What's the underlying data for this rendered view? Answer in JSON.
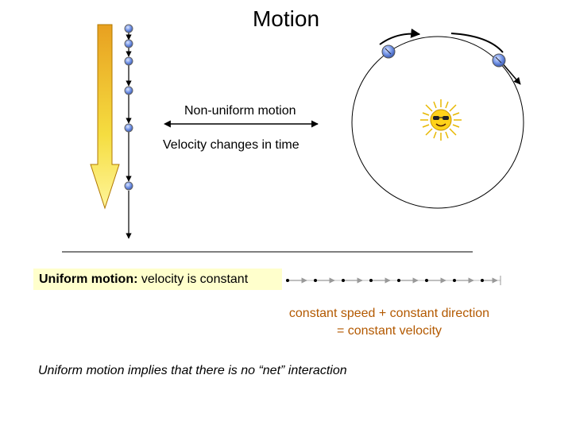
{
  "title": "Motion",
  "nonuniform": {
    "label": "Non-uniform motion",
    "description": "Velocity changes in time"
  },
  "uniform": {
    "lead": "Uniform motion:",
    "rest": " velocity is constant",
    "definition_line1": "constant speed + constant direction",
    "definition_line2": "= constant velocity",
    "note": "Uniform motion implies that there is no “net” interaction"
  },
  "colors": {
    "ball": "#5577dd",
    "arrow_fill": "#f0e040",
    "arrow_stroke": "#cc8800",
    "highlight": "#ffffcc",
    "orange_text": "#b35900",
    "sun": "#e8b800"
  },
  "icons": {
    "sun": "smiling-sun-with-sunglasses-icon"
  }
}
